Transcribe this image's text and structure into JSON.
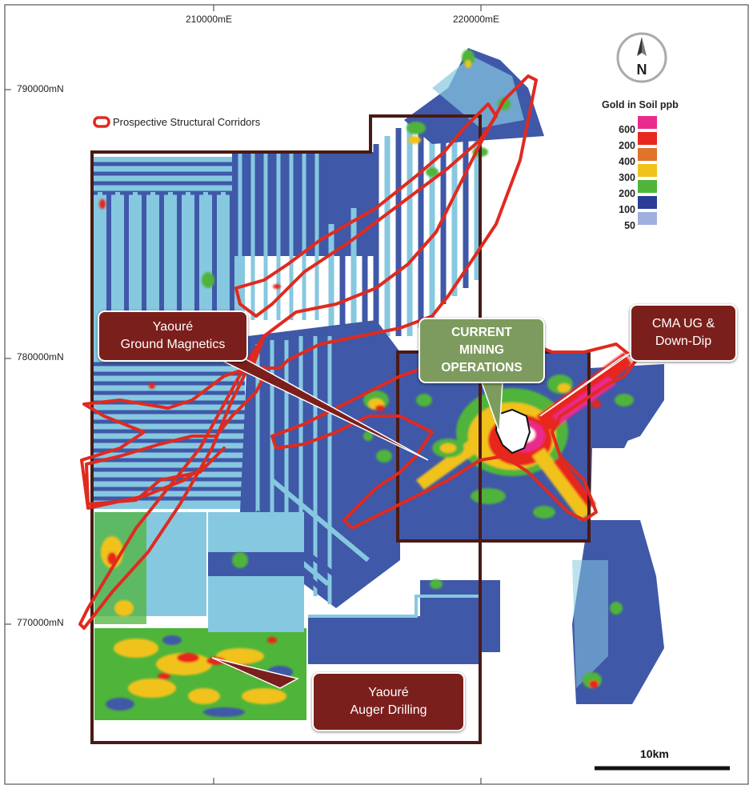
{
  "coordinates": {
    "eastings": [
      "210000mE",
      "220000mE"
    ],
    "northings": [
      "790000mN",
      "780000mN",
      "770000mN"
    ]
  },
  "north_arrow": {
    "letter": "N"
  },
  "legend_corridors": {
    "label": "Prospective Structural Corridors",
    "color": "#e02a1f"
  },
  "legend_soil": {
    "title": "Gold in Soil ppb",
    "classes": [
      {
        "label": "600",
        "color": "#ea2a8c"
      },
      {
        "label": "200",
        "color": "#e8281e"
      },
      {
        "label": "400",
        "color": "#e0742a"
      },
      {
        "label": "300",
        "color": "#f1c21a"
      },
      {
        "label": "200",
        "color": "#4fb43a"
      },
      {
        "label": "100",
        "color": "#2a3c96"
      },
      {
        "label": "50",
        "color": "#9fb0df"
      }
    ]
  },
  "callouts": {
    "ground_magnetics": {
      "line1": "Yaouré",
      "line2": "Ground Magnetics",
      "color": "#7b1f1c"
    },
    "current_mining": {
      "line1": "CURRENT",
      "line2": "MINING",
      "line3": "OPERATIONS",
      "color": "#7d9b5e"
    },
    "cma_ug": {
      "line1": "CMA UG &",
      "line2": "Down-Dip",
      "color": "#7b1f1c"
    },
    "auger": {
      "line1": "Yaouré",
      "line2": "Auger Drilling",
      "color": "#7b1f1c"
    }
  },
  "scale_bar": {
    "label": "10km"
  },
  "colors": {
    "boundary": "#4a1a14",
    "corridor": "#e02a1f",
    "survey_dark": "#3f58a8",
    "survey_light": "#86c8e0"
  }
}
